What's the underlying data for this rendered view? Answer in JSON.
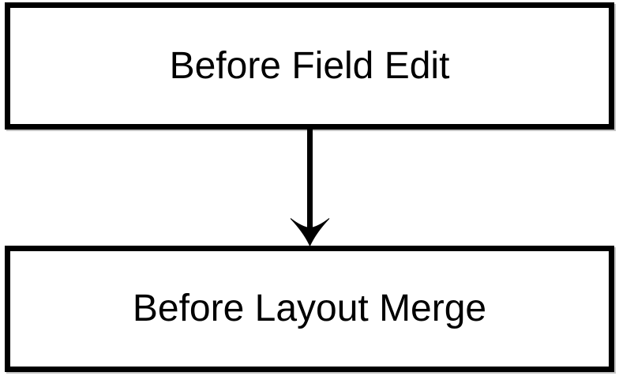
{
  "diagram": {
    "background_color": "#ffffff",
    "node_fill": "#ffffff",
    "node_border_color": "#000000",
    "text_color": "#000000",
    "arrow_color": "#000000",
    "nodes": [
      {
        "id": "before-field-edit",
        "label": "Before Field Edit"
      },
      {
        "id": "before-layout-merge",
        "label": "Before Layout Merge"
      }
    ],
    "edges": [
      {
        "from": "Before Field Edit",
        "to": "Before Layout Merge",
        "direction": "down",
        "style": "solid",
        "arrowhead": "concave-triangle"
      }
    ]
  }
}
